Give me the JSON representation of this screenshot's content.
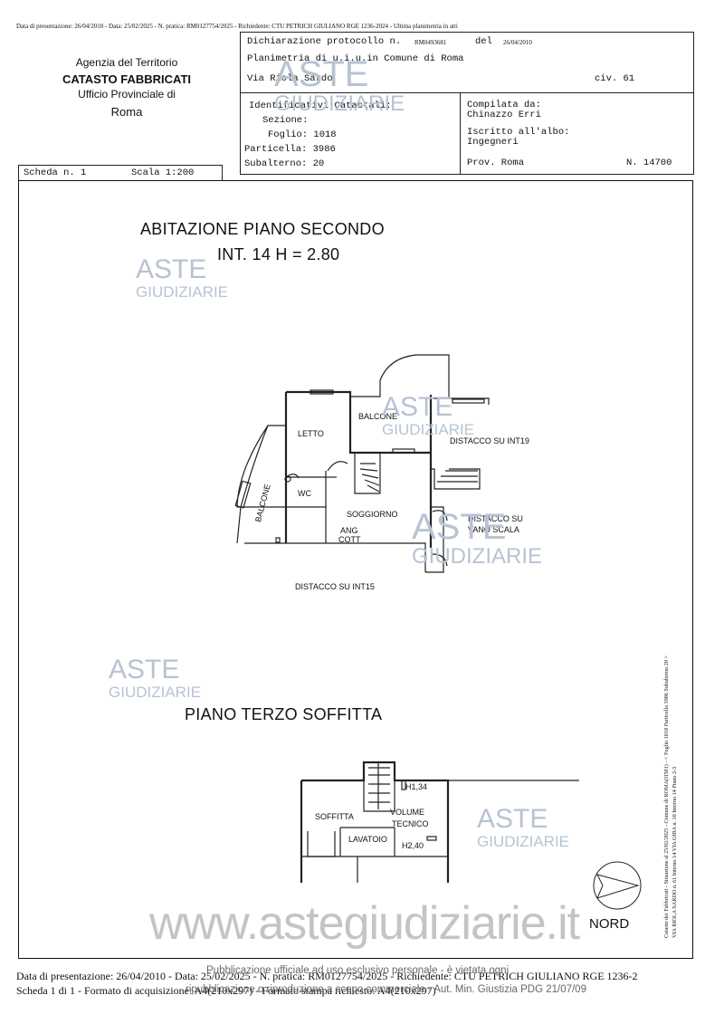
{
  "top_line": "Data di presentazione: 26/04/2010 - Data: 25/02/2025 - N. pratica: RM0127754/2025 - Richiedente: CTU PETRICH GIULIANO RGE 1236-2024 - Ultima planimetria in atti",
  "office": {
    "line1": "Agenzia del Territorio",
    "line2": "CATASTO FABBRICATI",
    "line3": "Ufficio Provinciale di",
    "line4": "Roma"
  },
  "protocol": {
    "label": "Dichiarazione protocollo n.",
    "number": "RM0493681",
    "del_label": "del",
    "date": "26/04/2010"
  },
  "planimetria": "Planimetria di u.i.u.in Comune di Roma",
  "address": {
    "street": "Via Riola Sardo",
    "civ": "civ. 61"
  },
  "identificativi": {
    "title": "Identificativi Catastali:",
    "sezione": "Sezione:",
    "foglio": "Foglio: 1018",
    "particella": "Particella: 3986",
    "subalterno": "Subalterno: 20"
  },
  "compilata": {
    "title": "Compilata da:",
    "name": "Chinazzo Erri",
    "albo_label": "Iscritto all'albo:",
    "albo": "Ingegneri",
    "prov": "Prov. Roma",
    "num": "N. 14700"
  },
  "scheda": {
    "label": "Scheda n. 1",
    "scala": "Scala 1:200"
  },
  "plan1": {
    "title": "ABITAZIONE PIANO SECONDO",
    "subtitle": "INT. 14 H = 2.80",
    "rooms": {
      "letto": "LETTO",
      "balcone_top": "BALCONE",
      "balcone_left": "BALCONE",
      "wc": "WC",
      "soggiorno": "SOGGIORNO",
      "ang": "ANG",
      "cott": "COTT",
      "distacco_int19": "DISTACCO SU INT19",
      "distacco_vano1": "DISTACCO SU",
      "distacco_vano2": "VANO SCALA",
      "distacco_int15": "DISTACCO SU INT15"
    }
  },
  "plan2": {
    "title": "PIANO TERZO SOFFITTA",
    "rooms": {
      "h1": "H1,34",
      "soffitta": "SOFFITTA",
      "volume": "VOLUME",
      "tecnico": "TECNICO",
      "lavatoio": "LAVATOIO",
      "h2": "H2,40"
    }
  },
  "nord": "NORD",
  "side_text": {
    "line1": "Catasto dei Fabbricati - Situazione al 25/02/2025 - Comune di ROMA(H501) - < Foglio 1018 Particella 3986 Subalterno 20 >",
    "line2": "VIA RIOLA SARDO n. 61 Interno 14 VIA GIBA n. 10 Interno 14 Piano 2-3"
  },
  "watermark": {
    "aste": "ASTE",
    "giudiziarie": "GIUDIZIARIE",
    "url": "www.astegiudiziarie.it"
  },
  "footer": {
    "line1": "Data di presentazione: 26/04/2010 - Data: 25/02/2025 - N. pratica: RM0127754/2025 - Richiedente: CTU PETRICH GIULIANO RGE 1236-2",
    "line2": "Scheda 1 di 1 - Formato di acquisizione: A4(210x297) - Formato stampa richiesto: A4(210x297)",
    "overlay1": "Pubblicazione ufficiale ad uso esclusivo personale - è vietata ogni",
    "overlay2": "ripubblicazione o riproduzione a scopo commerciale - Aut. Min. Giustizia PDG 21/07/09"
  },
  "colors": {
    "watermark": "#b7c3d3",
    "line": "#222222"
  }
}
